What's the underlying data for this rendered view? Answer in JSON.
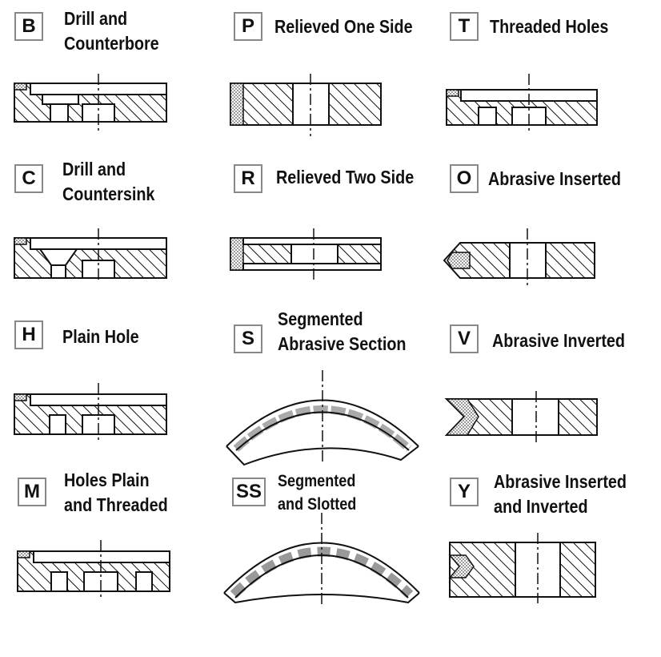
{
  "items": [
    {
      "code": "B",
      "label_lines": [
        "Drill and",
        "Counterbore"
      ]
    },
    {
      "code": "P",
      "label_lines": [
        "Relieved One Side"
      ]
    },
    {
      "code": "T",
      "label_lines": [
        "Threaded Holes"
      ]
    },
    {
      "code": "C",
      "label_lines": [
        "Drill and",
        "Countersink"
      ]
    },
    {
      "code": "R",
      "label_lines": [
        "Relieved Two Side"
      ]
    },
    {
      "code": "O",
      "label_lines": [
        "Abrasive Inserted"
      ]
    },
    {
      "code": "H",
      "label_lines": [
        "Plain Hole"
      ]
    },
    {
      "code": "S",
      "label_lines": [
        "Segmented",
        "Abrasive Section"
      ]
    },
    {
      "code": "V",
      "label_lines": [
        "Abrasive Inverted"
      ]
    },
    {
      "code": "M",
      "label_lines": [
        "Holes Plain",
        "and Threaded"
      ]
    },
    {
      "code": "SS",
      "label_lines": [
        "Segmented",
        "and Slotted"
      ]
    },
    {
      "code": "Y",
      "label_lines": [
        "Abrasive Inserted",
        "and Inverted"
      ]
    }
  ]
}
